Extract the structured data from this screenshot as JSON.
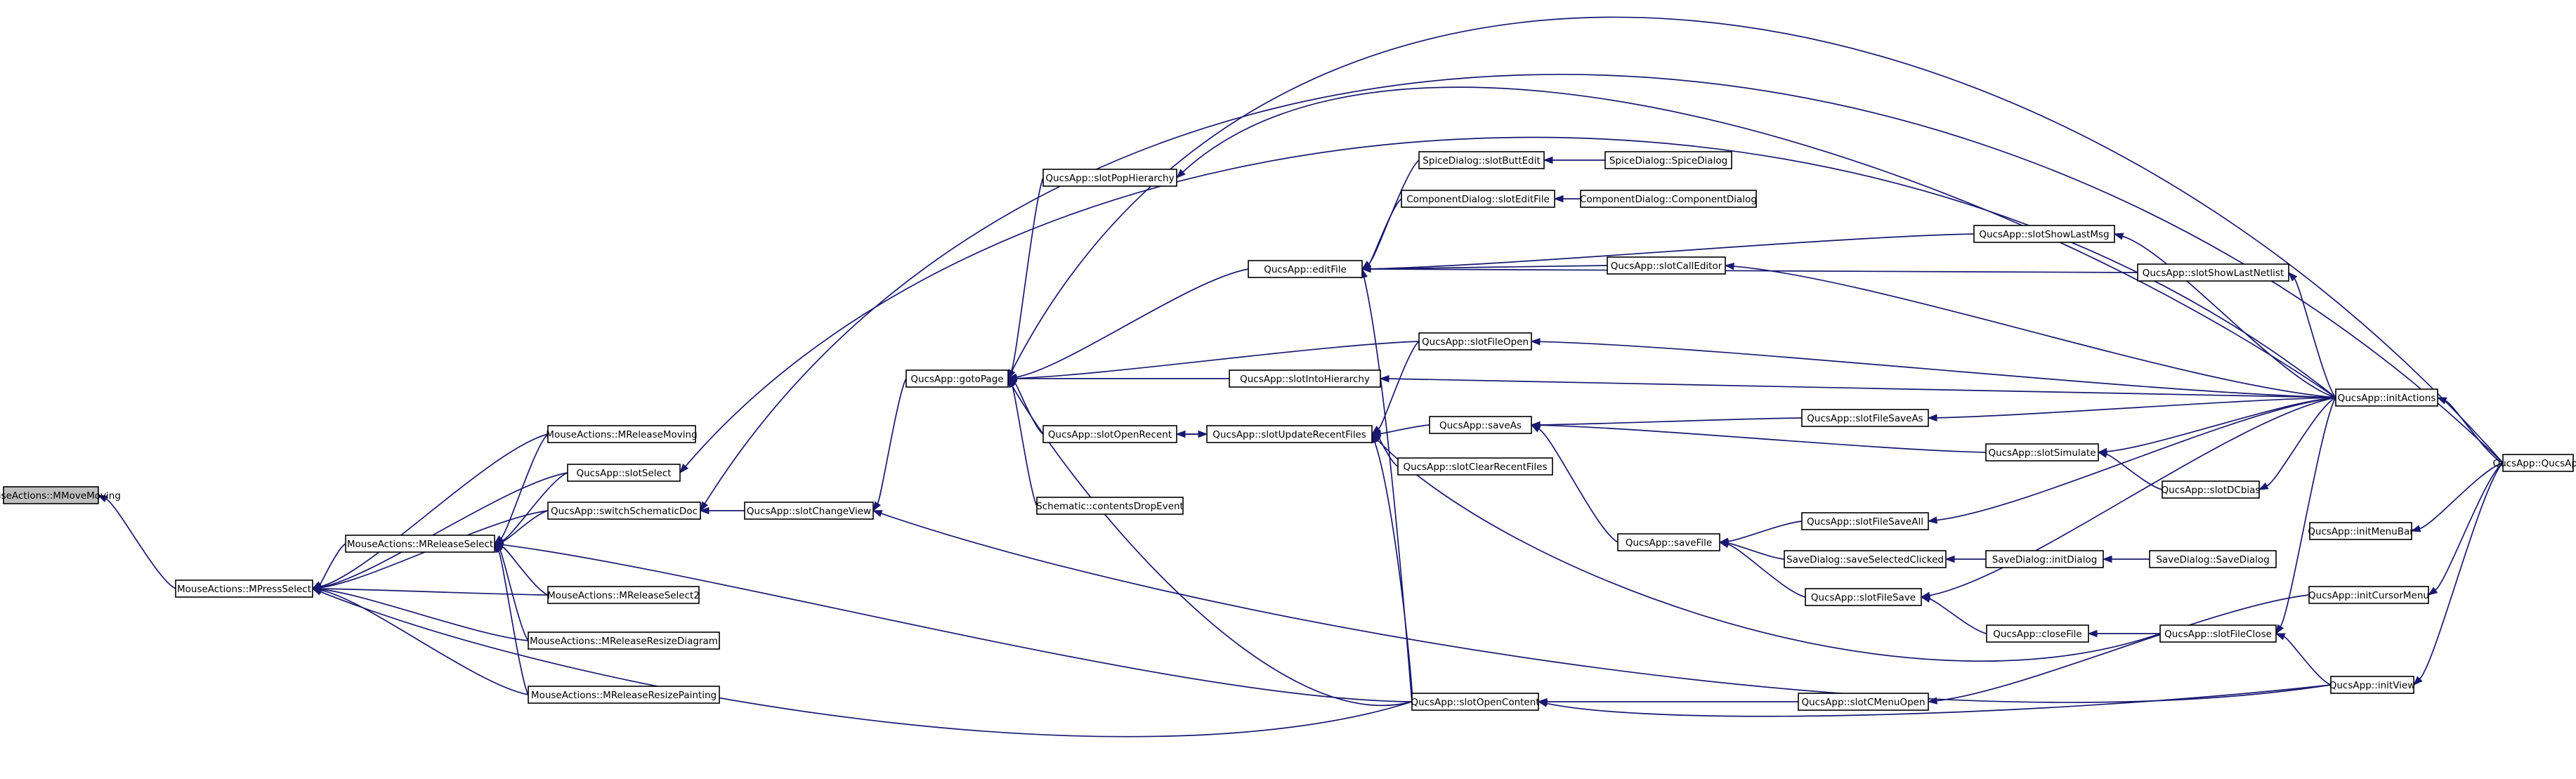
{
  "graph": {
    "edge_color": "#191970",
    "root_fill": "#bfbfbf",
    "nodes": [
      {
        "id": "mmovemoving",
        "label": "MouseActions::MMoveMoving"
      },
      {
        "id": "mpressselect",
        "label": "MouseActions::MPressSelect"
      },
      {
        "id": "mreleasemoving",
        "label": "MouseActions::MReleaseMoving"
      },
      {
        "id": "slotselect",
        "label": "QucsApp::slotSelect"
      },
      {
        "id": "switchschematicdoc",
        "label": "QucsApp::switchSchematicDoc"
      },
      {
        "id": "mreleaseselect",
        "label": "MouseActions::MReleaseSelect"
      },
      {
        "id": "mreleaseselect2",
        "label": "MouseActions::MReleaseSelect2"
      },
      {
        "id": "mreleaseresizediagram",
        "label": "MouseActions::MReleaseResizeDiagram"
      },
      {
        "id": "mreleaseresizepainting",
        "label": "MouseActions::MReleaseResizePainting"
      },
      {
        "id": "slotchangeview",
        "label": "QucsApp::slotChangeView"
      },
      {
        "id": "gotopage",
        "label": "QucsApp::gotoPage"
      },
      {
        "id": "slotpophierarchy",
        "label": "QucsApp::slotPopHierarchy"
      },
      {
        "id": "slotopenrecent",
        "label": "QucsApp::slotOpenRecent"
      },
      {
        "id": "contentsdropevent",
        "label": "Schematic::contentsDropEvent"
      },
      {
        "id": "editfile",
        "label": "QucsApp::editFile"
      },
      {
        "id": "slotintohierarchy",
        "label": "QucsApp::slotIntoHierarchy"
      },
      {
        "id": "slotupdaterecentfiles",
        "label": "QucsApp::slotUpdateRecentFiles"
      },
      {
        "id": "slotopencontent",
        "label": "QucsApp::slotOpenContent"
      },
      {
        "id": "slotbuttedit",
        "label": "SpiceDialog::slotButtEdit"
      },
      {
        "id": "spicedialog",
        "label": "SpiceDialog::SpiceDialog"
      },
      {
        "id": "slotedtfile",
        "label": "ComponentDialog::slotEditFile"
      },
      {
        "id": "componentdialog",
        "label": "ComponentDialog::ComponentDialog"
      },
      {
        "id": "slotfileopen",
        "label": "QucsApp::slotFileOpen"
      },
      {
        "id": "saveas",
        "label": "QucsApp::saveAs"
      },
      {
        "id": "slotclearrecentfiles",
        "label": "QucsApp::slotClearRecentFiles"
      },
      {
        "id": "savefile",
        "label": "QucsApp::saveFile"
      },
      {
        "id": "slotcalleditor",
        "label": "QucsApp::slotCallEditor"
      },
      {
        "id": "slotshowlastmsg",
        "label": "QucsApp::slotShowLastMsg"
      },
      {
        "id": "slotshowlastnetlist",
        "label": "QucsApp::slotShowLastNetlist"
      },
      {
        "id": "slotfilesaveas",
        "label": "QucsApp::slotFileSaveAs"
      },
      {
        "id": "slotsimulate",
        "label": "QucsApp::slotSimulate"
      },
      {
        "id": "slotdcbias",
        "label": "QucsApp::slotDCbias"
      },
      {
        "id": "slotfilesaveall",
        "label": "QucsApp::slotFileSaveAll"
      },
      {
        "id": "saveselectedclicked",
        "label": "SaveDialog::saveSelectedClicked"
      },
      {
        "id": "savedialoginit",
        "label": "SaveDialog::initDialog"
      },
      {
        "id": "savedialog",
        "label": "SaveDialog::SaveDialog"
      },
      {
        "id": "slotfilesave",
        "label": "QucsApp::slotFileSave"
      },
      {
        "id": "closefile",
        "label": "QucsApp::closeFile"
      },
      {
        "id": "slotfileclose",
        "label": "QucsApp::slotFileClose"
      },
      {
        "id": "slotcmenuopen",
        "label": "QucsApp::slotCMenuOpen"
      },
      {
        "id": "initactions",
        "label": "QucsApp::initActions"
      },
      {
        "id": "qucsapp",
        "label": "QucsApp::QucsApp"
      },
      {
        "id": "initmenubar",
        "label": "QucsApp::initMenuBar"
      },
      {
        "id": "initcursormenu",
        "label": "QucsApp::initCursorMenu"
      },
      {
        "id": "initview",
        "label": "QucsApp::initView"
      }
    ],
    "edges": [
      {
        "from": "mpressselect",
        "to": "mmovemoving"
      },
      {
        "from": "mreleasemoving",
        "to": "mpressselect"
      },
      {
        "from": "slotselect",
        "to": "mpressselect"
      },
      {
        "from": "switchschematicdoc",
        "to": "mpressselect"
      },
      {
        "from": "mreleaseselect",
        "to": "mpressselect"
      },
      {
        "from": "mreleaseselect2",
        "to": "mpressselect"
      },
      {
        "from": "mreleaseresizediagram",
        "to": "mpressselect"
      },
      {
        "from": "mreleaseresizepainting",
        "to": "mpressselect"
      },
      {
        "from": "slotopencontent",
        "to": "mpressselect"
      },
      {
        "from": "mreleasemoving",
        "to": "mreleaseselect"
      },
      {
        "from": "slotselect",
        "to": "mreleaseselect"
      },
      {
        "from": "switchschematicdoc",
        "to": "mreleaseselect"
      },
      {
        "from": "mreleaseselect2",
        "to": "mreleaseselect"
      },
      {
        "from": "mreleaseresizediagram",
        "to": "mreleaseselect"
      },
      {
        "from": "mreleaseresizepainting",
        "to": "mreleaseselect"
      },
      {
        "from": "slotopencontent",
        "to": "mreleaseselect"
      },
      {
        "from": "initactions",
        "to": "slotselect"
      },
      {
        "from": "slotchangeview",
        "to": "switchschematicdoc"
      },
      {
        "from": "qucsapp",
        "to": "switchschematicdoc"
      },
      {
        "from": "gotopage",
        "to": "slotchangeview"
      },
      {
        "from": "initview",
        "to": "slotchangeview"
      },
      {
        "from": "slotpophierarchy",
        "to": "gotopage"
      },
      {
        "from": "slotopenrecent",
        "to": "gotopage"
      },
      {
        "from": "contentsdropevent",
        "to": "gotopage"
      },
      {
        "from": "editfile",
        "to": "gotopage"
      },
      {
        "from": "slotintohierarchy",
        "to": "gotopage"
      },
      {
        "from": "slotfileopen",
        "to": "gotopage"
      },
      {
        "from": "slotopencontent",
        "to": "gotopage"
      },
      {
        "from": "qucsapp",
        "to": "gotopage"
      },
      {
        "from": "initactions",
        "to": "slotpophierarchy"
      },
      {
        "from": "slotupdaterecentfiles",
        "to": "slotopenrecent"
      },
      {
        "from": "slotbuttedit",
        "to": "editfile"
      },
      {
        "from": "slotedtfile",
        "to": "editfile"
      },
      {
        "from": "slotshowlastmsg",
        "to": "editfile"
      },
      {
        "from": "slotshowlastnetlist",
        "to": "editfile"
      },
      {
        "from": "slotcalleditor",
        "to": "editfile"
      },
      {
        "from": "slotopencontent",
        "to": "editfile"
      },
      {
        "from": "spicedialog",
        "to": "slotbuttedit"
      },
      {
        "from": "componentdialog",
        "to": "slotedtfile"
      },
      {
        "from": "initactions",
        "to": "slotcalleditor"
      },
      {
        "from": "initactions",
        "to": "slotshowlastmsg"
      },
      {
        "from": "initactions",
        "to": "slotshowlastnetlist"
      },
      {
        "from": "initactions",
        "to": "slotintohierarchy"
      },
      {
        "from": "initactions",
        "to": "slotfileopen"
      },
      {
        "from": "slotopenrecent",
        "to": "slotupdaterecentfiles"
      },
      {
        "from": "slotfileopen",
        "to": "slotupdaterecentfiles"
      },
      {
        "from": "saveas",
        "to": "slotupdaterecentfiles"
      },
      {
        "from": "slotclearrecentfiles",
        "to": "slotupdaterecentfiles"
      },
      {
        "from": "slotopencontent",
        "to": "slotupdaterecentfiles"
      },
      {
        "from": "slotfileclose",
        "to": "slotupdaterecentfiles"
      },
      {
        "from": "savefile",
        "to": "saveas"
      },
      {
        "from": "slotfilesaveas",
        "to": "saveas"
      },
      {
        "from": "slotsimulate",
        "to": "saveas"
      },
      {
        "from": "initactions",
        "to": "slotfilesaveas"
      },
      {
        "from": "initactions",
        "to": "slotsimulate"
      },
      {
        "from": "slotdcbias",
        "to": "slotsimulate"
      },
      {
        "from": "initactions",
        "to": "slotdcbias"
      },
      {
        "from": "slotfilesaveall",
        "to": "savefile"
      },
      {
        "from": "saveselectedclicked",
        "to": "savefile"
      },
      {
        "from": "slotfilesave",
        "to": "savefile"
      },
      {
        "from": "initactions",
        "to": "slotfilesaveall"
      },
      {
        "from": "savedialoginit",
        "to": "saveselectedclicked"
      },
      {
        "from": "savedialog",
        "to": "savedialoginit"
      },
      {
        "from": "closefile",
        "to": "slotfilesave"
      },
      {
        "from": "initactions",
        "to": "slotfilesave"
      },
      {
        "from": "slotfileclose",
        "to": "closefile"
      },
      {
        "from": "initactions",
        "to": "slotfileclose"
      },
      {
        "from": "initview",
        "to": "slotfileclose"
      },
      {
        "from": "slotcmenuopen",
        "to": "slotopencontent"
      },
      {
        "from": "initview",
        "to": "slotopencontent"
      },
      {
        "from": "initcursormenu",
        "to": "slotcmenuopen"
      },
      {
        "from": "qucsapp",
        "to": "initactions"
      },
      {
        "from": "qucsapp",
        "to": "initmenubar"
      },
      {
        "from": "qucsapp",
        "to": "initcursormenu"
      },
      {
        "from": "qucsapp",
        "to": "initview"
      }
    ]
  }
}
